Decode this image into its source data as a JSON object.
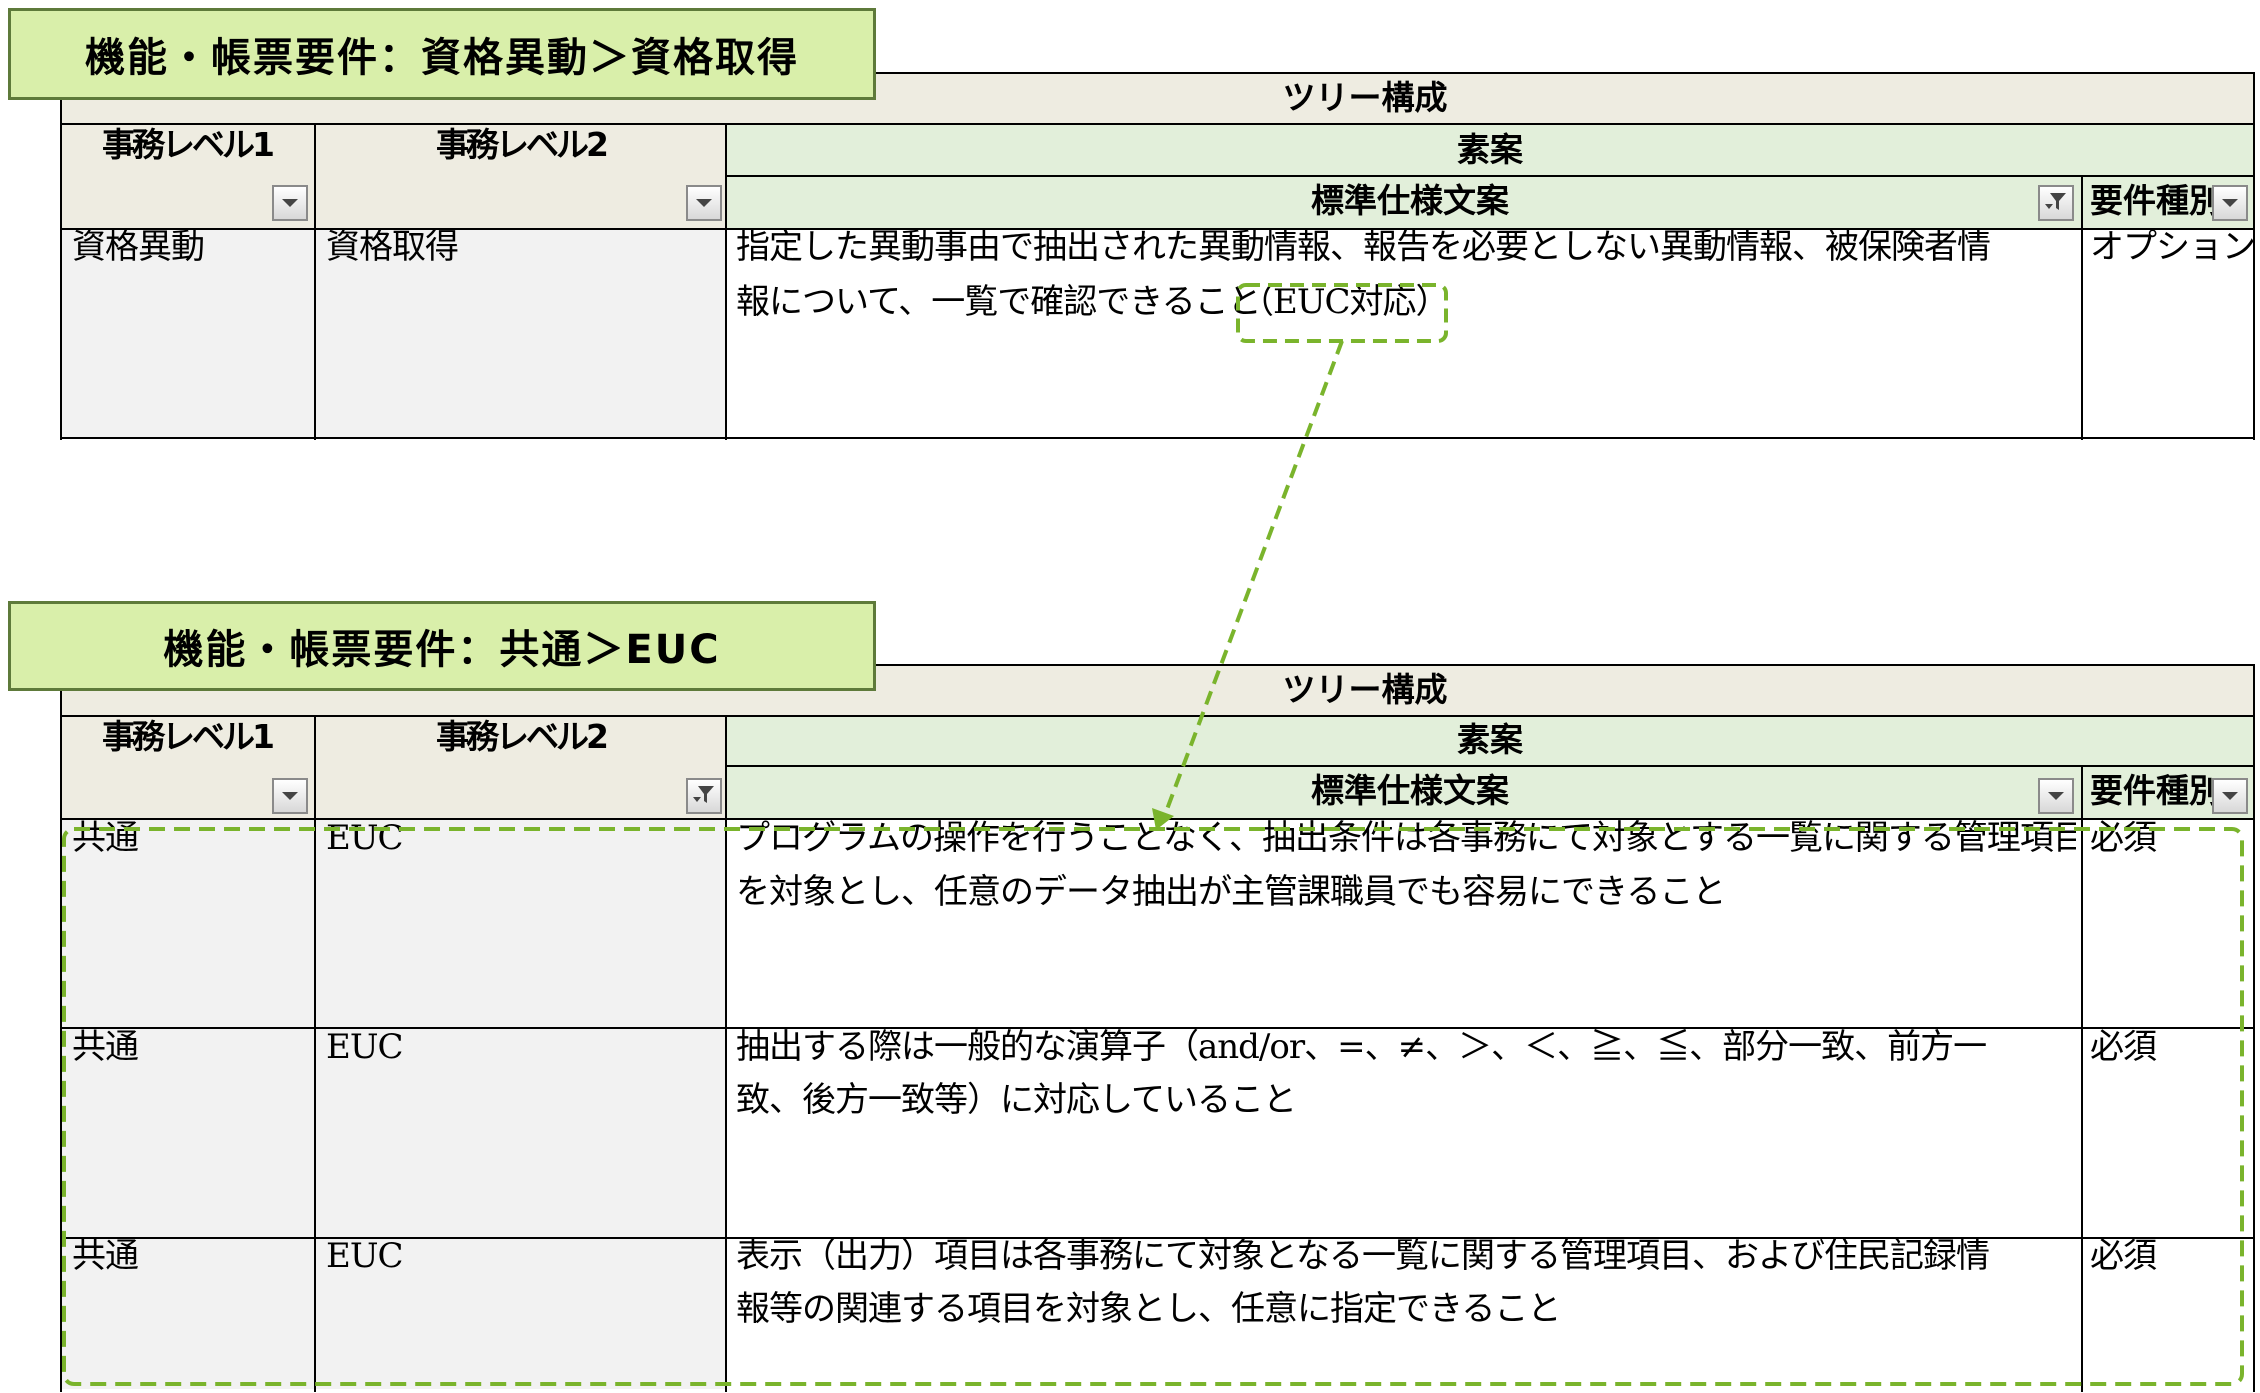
{
  "top": {
    "banner": "機能・帳票要件：資格異動＞資格取得",
    "tree_header": "ツリー構成",
    "col_level1": "事務レベル1",
    "col_level2": "事務レベル2",
    "draft_header": "素案",
    "spec_header": "標準仕様文案",
    "type_header": "要件種別",
    "row": {
      "level1": "資格異動",
      "level2": "資格取得",
      "spec_line1": "指定した異動事由で抽出された異動情報、報告を必要としない異動情報、被保険者情",
      "spec_line2": "報について、一覧で確認できること",
      "spec_highlight": "（EUC対応）",
      "type": "オプション"
    }
  },
  "bottom": {
    "banner": "機能・帳票要件：共通＞EUC",
    "tree_header": "ツリー構成",
    "col_level1": "事務レベル1",
    "col_level2": "事務レベル2",
    "draft_header": "素案",
    "spec_header": "標準仕様文案",
    "type_header": "要件種別",
    "rows": [
      {
        "level1": "共通",
        "level2": "EUC",
        "spec_line1": "プログラムの操作を行うことなく、抽出条件は各事務にて対象とする一覧に関する管理項目",
        "spec_line2": "を対象とし、任意のデータ抽出が主管課職員でも容易にできること",
        "type": "必須"
      },
      {
        "level1": "共通",
        "level2": "EUC",
        "spec_line1": "抽出する際は一般的な演算子（and/or、=、≠、＞、＜、≧、≦、部分一致、前方一",
        "spec_line2": "致、後方一致等）に対応していること",
        "type": "必須"
      },
      {
        "level1": "共通",
        "level2": "EUC",
        "spec_line1": "表示（出力）項目は各事務にて対象となる一覧に関する管理項目、および住民記録情",
        "spec_line2": "報等の関連する項目を対象とし、任意に指定できること",
        "type": "必須"
      }
    ]
  },
  "icons": {
    "dropdown": "dropdown-arrow-icon",
    "filter": "filter-active-icon"
  },
  "colors": {
    "banner_bg": "#d9efaa",
    "header_beige": "#eeece1",
    "header_green": "#e2efda",
    "highlight_dash": "#7ab42c"
  }
}
